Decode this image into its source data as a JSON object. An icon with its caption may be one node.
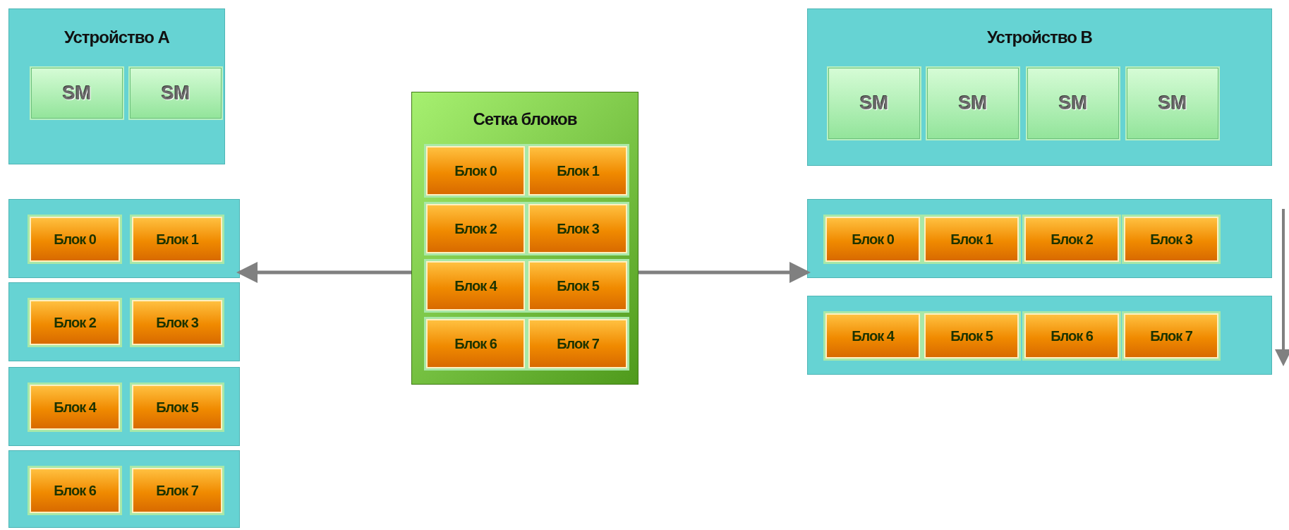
{
  "diagram": {
    "nodes": [
      {
        "text": [
          "Устройство A"
        ]
      },
      {
        "text": [
          "SM"
        ],
        "in": 0
      },
      {
        "text": [
          "SM"
        ],
        "in": 0
      },
      {
        "text": [],
        "shape": "box"
      },
      {
        "text": [
          "Блок 0"
        ],
        "in": 3
      },
      {
        "text": [
          "Блок 1"
        ],
        "in": 3
      },
      {
        "text": [],
        "shape": "box"
      },
      {
        "text": [
          "Блок 2"
        ],
        "in": 6
      },
      {
        "text": [
          "Блок 3"
        ],
        "in": 6
      },
      {
        "text": [],
        "shape": "box"
      },
      {
        "text": [
          "Блок 4"
        ],
        "in": 9
      },
      {
        "text": [
          "Блок 5"
        ],
        "in": 9
      },
      {
        "text": [],
        "shape": "box"
      },
      {
        "text": [
          "Блок 6"
        ],
        "in": 12
      },
      {
        "text": [
          "Блок 7"
        ],
        "in": 12
      },
      {
        "text": [
          "Сетка блоков"
        ]
      },
      {
        "text": [
          "Блок 0"
        ],
        "in": 15
      },
      {
        "text": [
          "Блок 1"
        ],
        "in": 15
      },
      {
        "text": [
          "Блок 2"
        ],
        "in": 15
      },
      {
        "text": [
          "Блок 3"
        ],
        "in": 15
      },
      {
        "text": [
          "Блок 4"
        ],
        "in": 15
      },
      {
        "text": [
          "Блок 5"
        ],
        "in": 15
      },
      {
        "text": [
          "Блок 6"
        ],
        "in": 15
      },
      {
        "text": [
          "Блок 7"
        ],
        "in": 15
      },
      {
        "text": [
          "Устройство B"
        ]
      },
      {
        "text": [
          "SM"
        ],
        "in": 24
      },
      {
        "text": [
          "SM"
        ],
        "in": 24
      },
      {
        "text": [
          "SM"
        ],
        "in": 24
      },
      {
        "text": [
          "SM"
        ],
        "in": 24
      },
      {
        "text": [],
        "shape": "box"
      },
      {
        "text": [
          "Блок 0"
        ],
        "in": 29
      },
      {
        "text": [
          "Блок 1"
        ],
        "in": 29
      },
      {
        "text": [
          "Блок 2"
        ],
        "in": 29
      },
      {
        "text": [
          "Блок 3"
        ],
        "in": 29
      },
      {
        "text": [],
        "shape": "box"
      },
      {
        "text": [
          "Блок 4"
        ],
        "in": 34
      },
      {
        "text": [
          "Блок 5"
        ],
        "in": 34
      },
      {
        "text": [
          "Блок 6"
        ],
        "in": 34
      },
      {
        "text": [
          "Блок 7"
        ],
        "in": 34
      }
    ],
    "edges": [
      {
        "from": 15,
        "to": 3,
        "arrow": "to"
      },
      {
        "from": 15,
        "to": 29,
        "arrow": "to"
      }
    ]
  }
}
